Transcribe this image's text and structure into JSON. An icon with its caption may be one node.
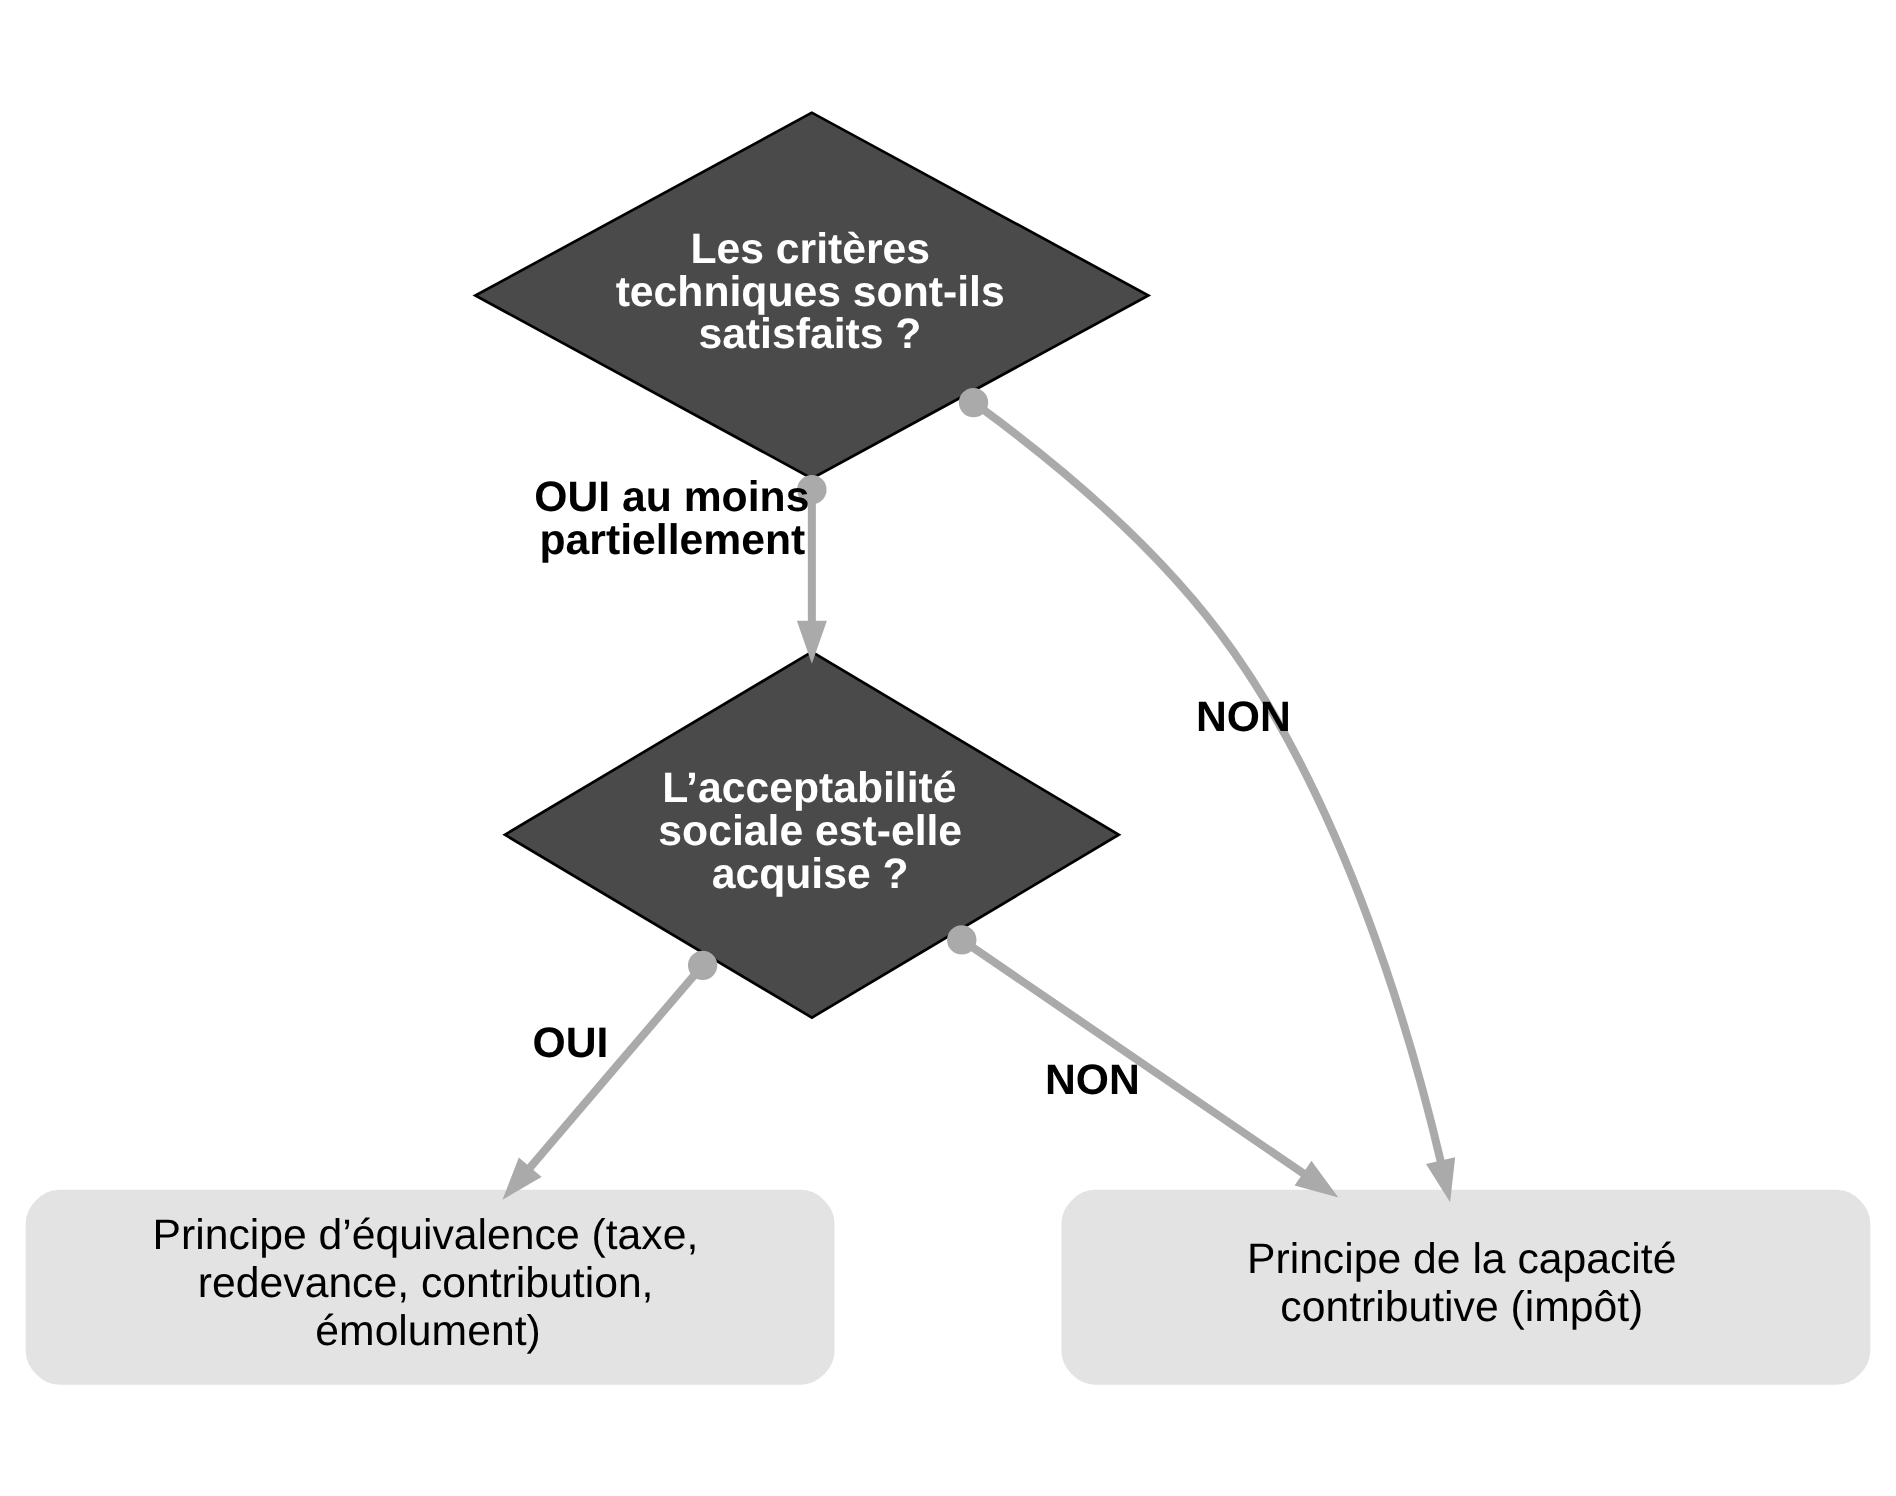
{
  "diagram": {
    "nodes": [
      {
        "text": [
          "Les critères techniques sont-ils satisfaits ?"
        ]
      },
      {
        "text": [
          "L’acceptabilité sociale est-elle acquise ?"
        ]
      },
      {
        "text": [
          "Principe d’équivalence (taxe, redevance, contribution, émolument)"
        ]
      },
      {
        "text": [
          "Principe de la capacité contributive (impôt)"
        ]
      }
    ],
    "edges": [
      {
        "from": 0,
        "to": 1,
        "arrow": "to",
        "label": "OUI au moins partiellement"
      },
      {
        "from": 0,
        "to": 3,
        "arrow": "to",
        "label": "NON"
      },
      {
        "from": 1,
        "to": 3,
        "arrow": "to",
        "label": "NON"
      },
      {
        "from": 1,
        "to": 2,
        "arrow": "to",
        "label": "OUI"
      }
    ]
  }
}
